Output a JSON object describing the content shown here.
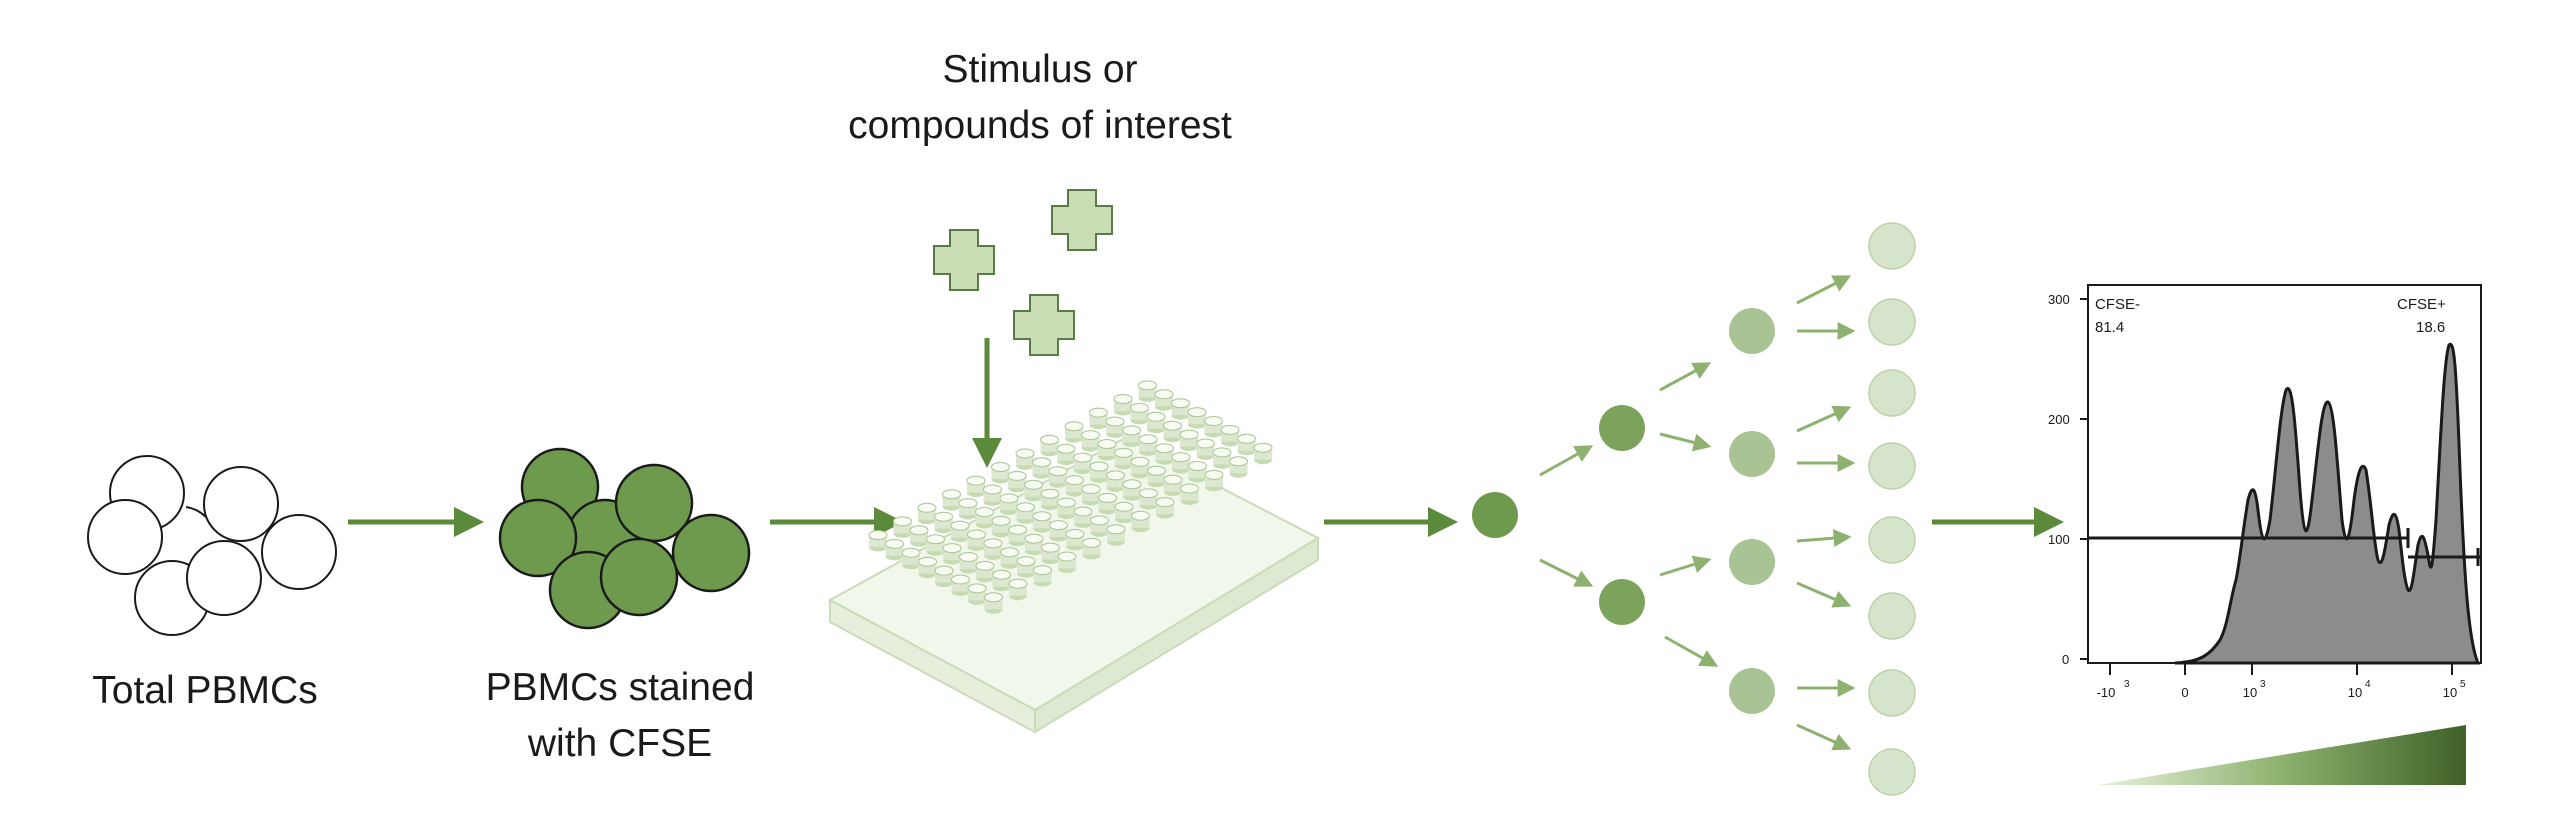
{
  "labels": {
    "stimulus_line1": "Stimulus or",
    "stimulus_line2": "compounds of interest",
    "total_pbmcs": "Total PBMCs",
    "stained_line1": "PBMCs stained",
    "stained_line2": "with CFSE"
  },
  "histogram": {
    "y_ticks": [
      "300",
      "200",
      "100",
      "0"
    ],
    "x_ticks": [
      "-10",
      "0",
      "10",
      "10",
      "10"
    ],
    "x_tick_exponents": [
      "3",
      "",
      "3",
      "4",
      "5"
    ],
    "gate_left_name": "CFSE-",
    "gate_left_value": "81.4",
    "gate_right_name": "CFSE+",
    "gate_right_value": "18.6",
    "fill_color": "#8c8c8c"
  },
  "colors": {
    "arrow": "#5a8a3a",
    "stained_cell": "#6e9a4e",
    "stimulus_cross": "#c9ddb5",
    "division_dark": "#6e9a4e",
    "division_mid": "#a8c494",
    "division_light": "#d6e4cb",
    "gradient_start": "#e8f2dc",
    "gradient_end": "#3f6128"
  }
}
